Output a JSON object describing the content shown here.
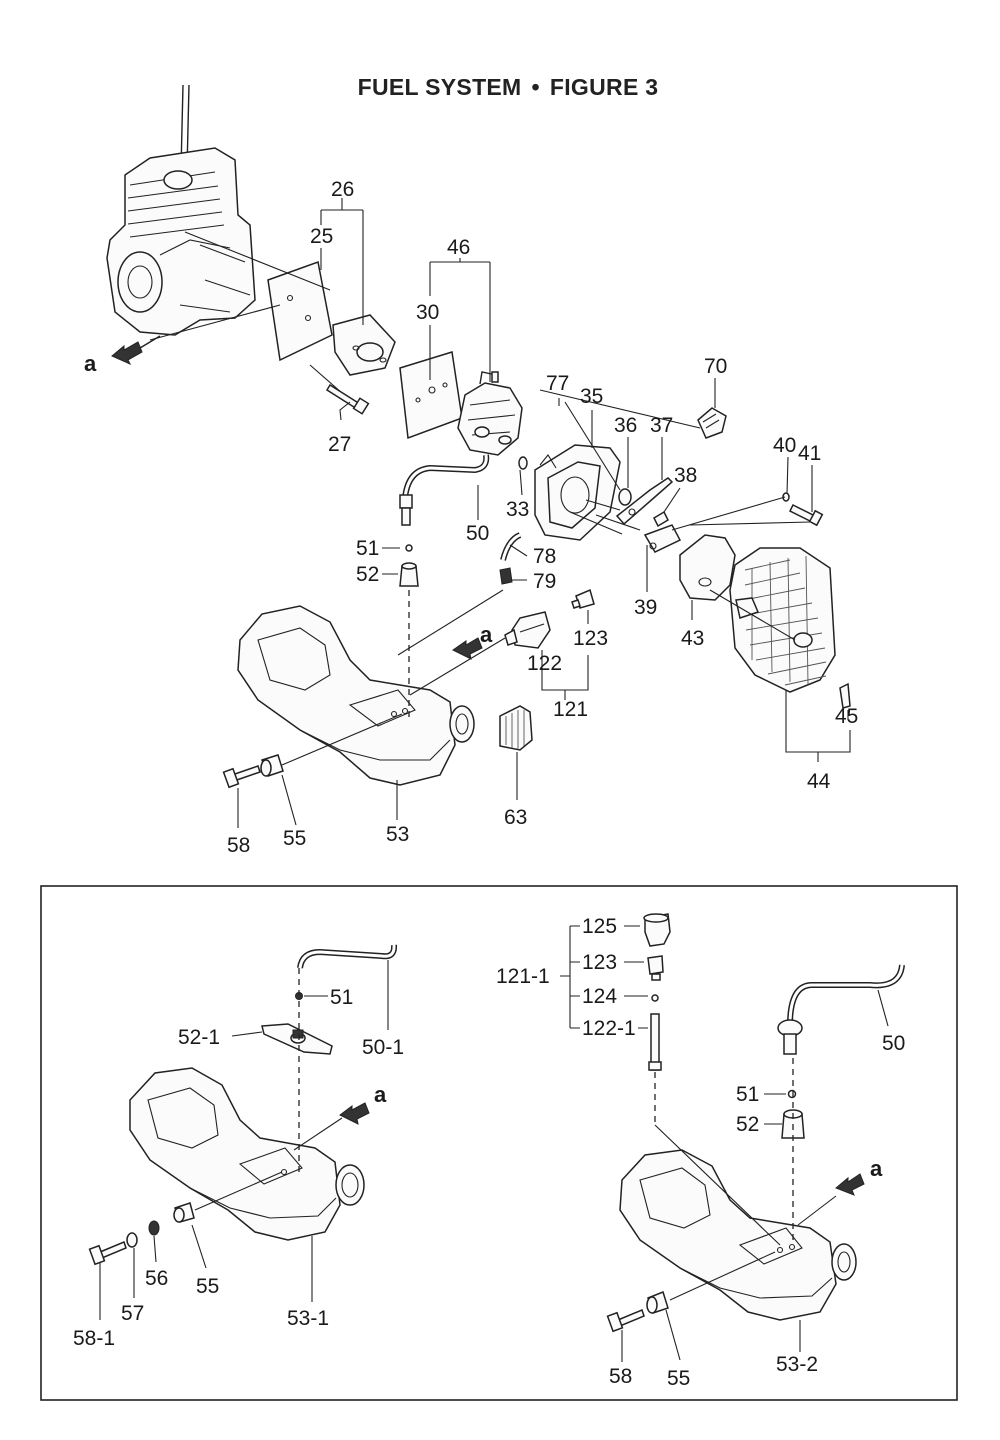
{
  "title": {
    "main": "FUEL SYSTEM",
    "separator": "•",
    "figure": "FIGURE 3"
  },
  "arrow_marker": "a",
  "main_labels": {
    "l26": "26",
    "l25": "25",
    "l27": "27",
    "l46": "46",
    "l30": "30",
    "l77": "77",
    "l35": "35",
    "l70": "70",
    "l36": "36",
    "l37": "37",
    "l38": "38",
    "l40": "40",
    "l41": "41",
    "l33": "33",
    "l50": "50",
    "l51": "51",
    "l52": "52",
    "l78": "78",
    "l79": "79",
    "l123": "123",
    "l122": "122",
    "l121": "121",
    "l39": "39",
    "l43": "43",
    "l45": "45",
    "l44": "44",
    "l63": "63",
    "l58": "58",
    "l55": "55",
    "l53": "53"
  },
  "inset_left_labels": {
    "l51": "51",
    "l50_1": "50-1",
    "l52_1": "52-1",
    "l56": "56",
    "l57": "57",
    "l55": "55",
    "l58_1": "58-1",
    "l53_1": "53-1"
  },
  "inset_right_labels": {
    "l125": "125",
    "l123": "123",
    "l121_1": "121-1",
    "l124": "124",
    "l122_1": "122-1",
    "l50": "50",
    "l51": "51",
    "l52": "52",
    "l58": "58",
    "l55": "55",
    "l53_2": "53-2"
  }
}
